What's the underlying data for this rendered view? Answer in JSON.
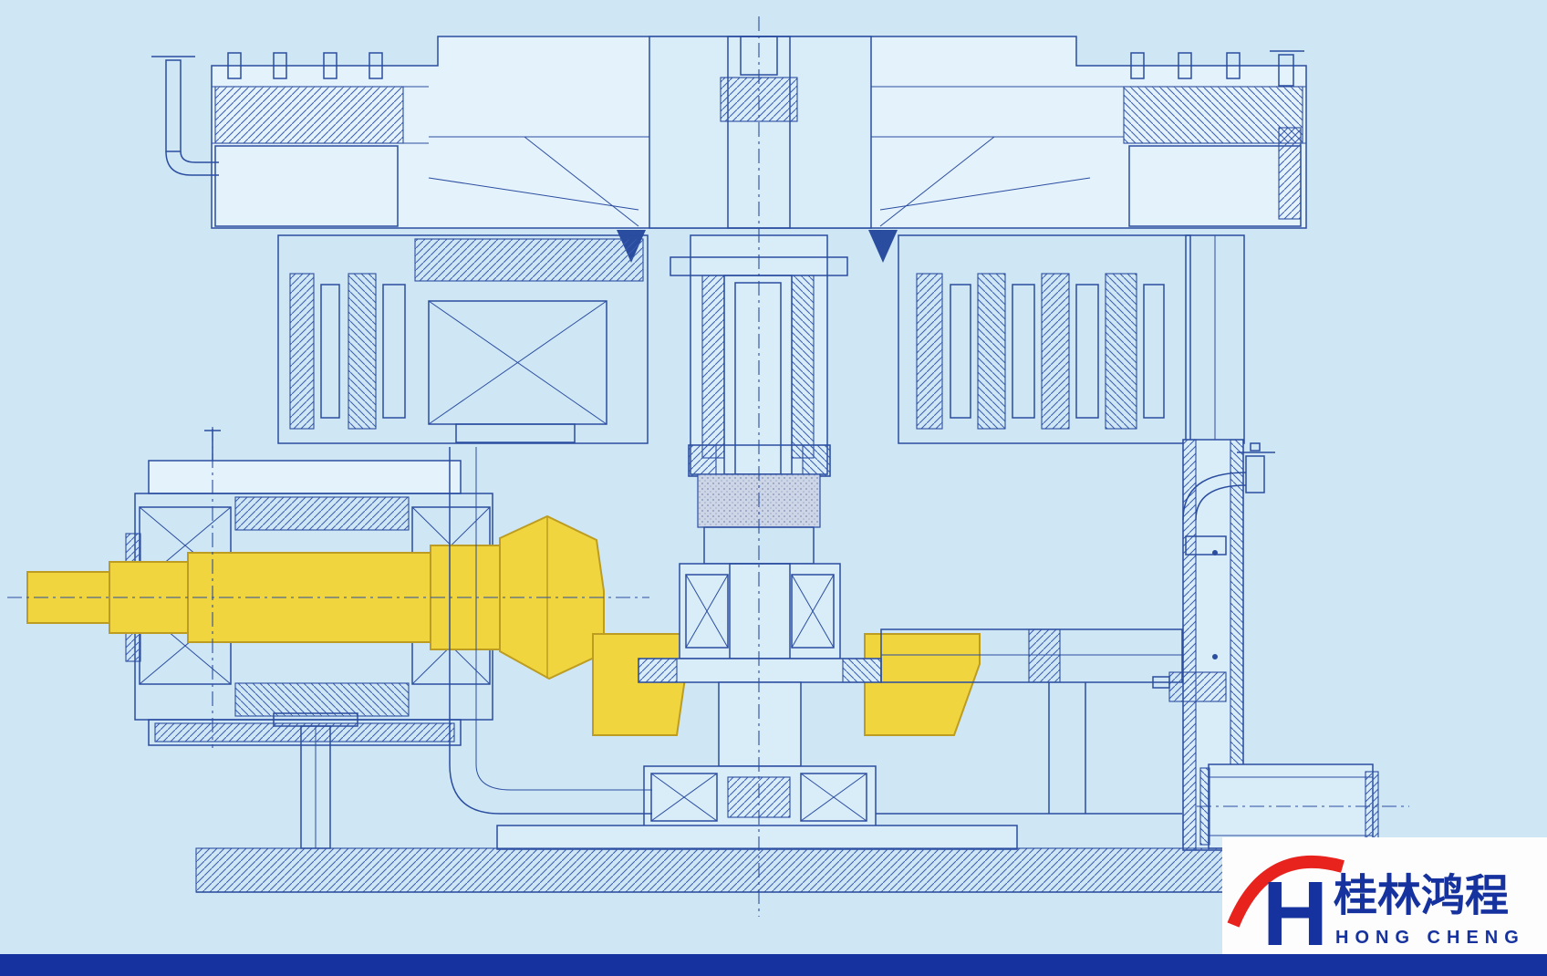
{
  "page": {
    "background_color": "#cfe7f4",
    "footer_bar_color": "#16329e",
    "logo_panel_color": "#fdfdfd"
  },
  "drawing": {
    "kind": "mechanical cross-section (mill gearbox)",
    "line_color": "#2b4da0",
    "highlight_color": "#f1d53f"
  },
  "logo": {
    "mark": "H",
    "chinese": "桂林鸿程",
    "english": "HONG CHENG",
    "text_color": "#16329e",
    "swoosh_color": "#e8231e"
  }
}
